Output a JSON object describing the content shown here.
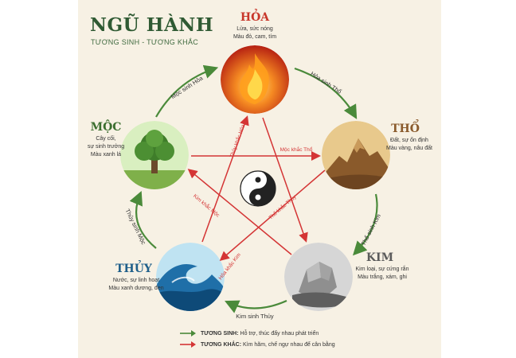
{
  "title": "NGŨ HÀNH",
  "subtitle": "TƯƠNG SINH - TƯƠNG KHẮC",
  "elements": {
    "hoa": {
      "name": "HỎA",
      "desc": "Lửa, sức nóng\nMàu đỏ, cam, tím",
      "color": "#c8372b"
    },
    "tho": {
      "name": "THỔ",
      "desc": "Đất, sự ổn định\nMàu vàng, nâu đất",
      "color": "#8a5a2b"
    },
    "kim": {
      "name": "KIM",
      "desc": "Kim loại, sự cứng rắn\nMàu trắng, xám, ghi",
      "color": "#5b5b5b"
    },
    "thuy": {
      "name": "THỦY",
      "desc": "Nước, sự linh hoạt\nMàu xanh dương, đen",
      "color": "#1f5f8a"
    },
    "moc": {
      "name": "MỘC",
      "desc": "Cây cối,\nsự sinh trưởng\nMàu xanh lá",
      "color": "#3b6e2f"
    }
  },
  "generating": {
    "moc_hoa": "Mộc sinh Hỏa",
    "hoa_tho": "Hỏa sinh Thổ",
    "tho_kim": "Thổ sinh Kim",
    "kim_thuy": "Kim sinh Thủy",
    "thuy_moc": "Thủy sinh Mộc"
  },
  "controlling": {
    "moc_tho": "Mộc khắc Thổ",
    "tho_thuy": "Thổ khắc Thủy",
    "thuy_hoa": "Thủy khắc Hỏa",
    "hoa_kim": "Hỏa khắc Kim",
    "kim_moc": "Kim khắc Mộc"
  },
  "legend": {
    "sinh_label": "TƯƠNG SINH:",
    "sinh_text": "Hỗ trợ, thúc đẩy nhau phát triển",
    "khac_label": "TƯƠNG KHẮC:",
    "khac_text": "Kìm hãm, chế ngự nhau để cân bằng"
  },
  "colors": {
    "green_arrow": "#4a8a3a",
    "red_arrow": "#d43535",
    "paper": "#f7f1e4"
  }
}
